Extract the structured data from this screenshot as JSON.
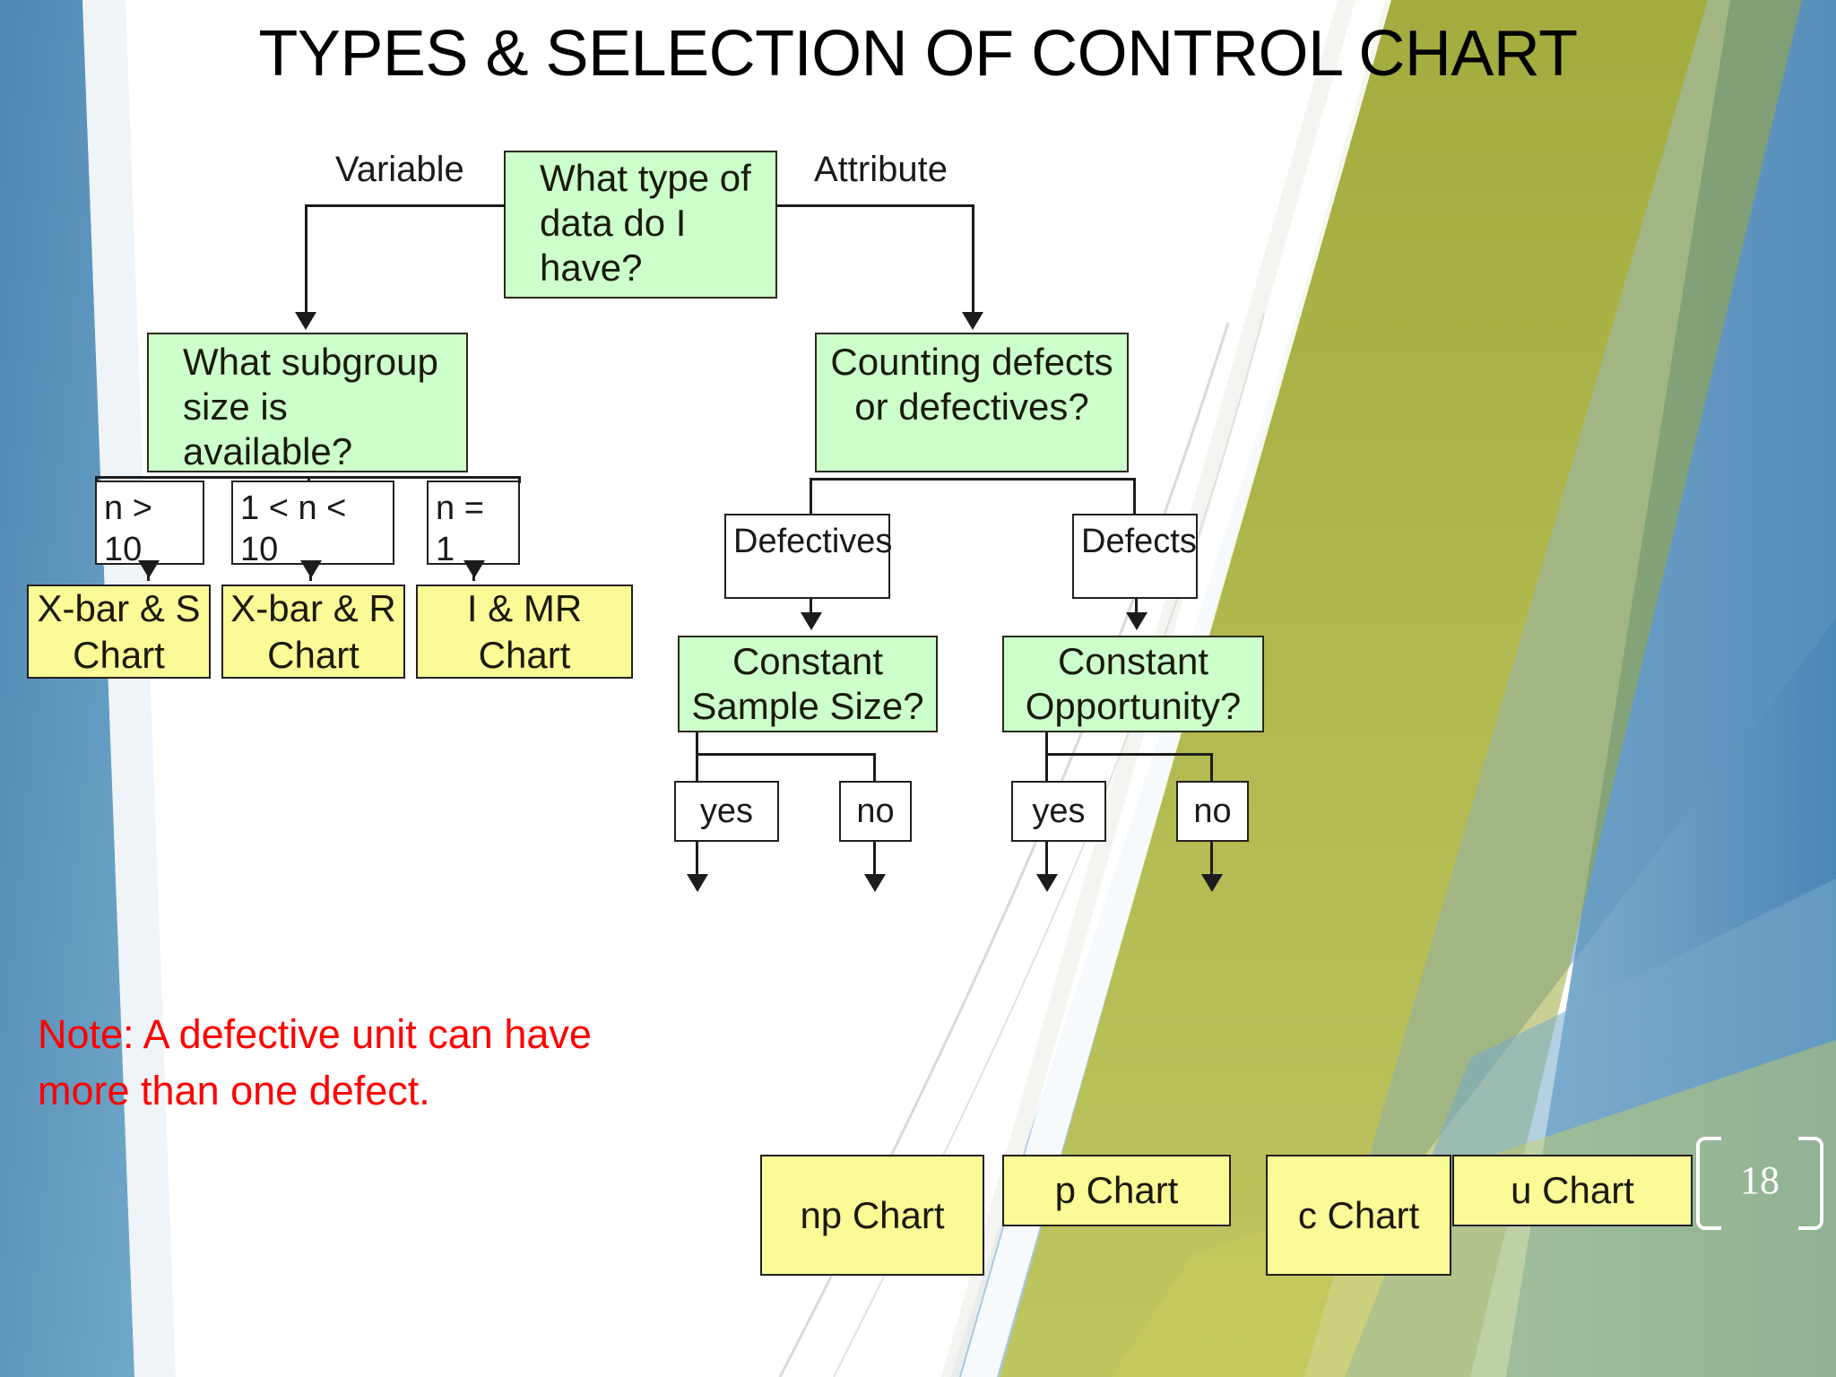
{
  "slide": {
    "title": "TYPES & SELECTION OF CONTROL CHART",
    "page_number": "18",
    "note": "Note:   A defective unit can have  more than one defect.",
    "colors": {
      "decision_fill": "#CCFFCC",
      "result_fill": "#FAFA96",
      "condition_fill": "#FFFFFF",
      "note_text": "#FF0000",
      "line": "#1C1C1C",
      "bg_blue": "#5B93BE",
      "bg_olive": "#A8B04A"
    }
  },
  "flowchart": {
    "root": {
      "label": "What type of data do I have?"
    },
    "branch_labels": {
      "left": "Variable",
      "right": "Attribute"
    },
    "variable": {
      "question": {
        "label": "What subgroup  size is available?"
      },
      "conditions": [
        {
          "label": "n > 10"
        },
        {
          "label": "1 < n < 10"
        },
        {
          "label": "n = 1"
        }
      ],
      "results": [
        {
          "label": "X-bar & S Chart"
        },
        {
          "label": "X-bar & R Chart"
        },
        {
          "label": "I & MR Chart"
        }
      ]
    },
    "attribute": {
      "question": {
        "label": "Counting defects  or defectives?"
      },
      "categories": [
        {
          "label": "Defectives"
        },
        {
          "label": "Defects"
        }
      ],
      "sub_questions": [
        {
          "label": "Constant Sample Size?"
        },
        {
          "label": "Constant Opportunity?"
        }
      ],
      "answers": [
        {
          "label": "yes"
        },
        {
          "label": "no"
        },
        {
          "label": "yes"
        },
        {
          "label": "no"
        }
      ],
      "results": [
        {
          "label": "np Chart"
        },
        {
          "label": "p Chart"
        },
        {
          "label": "c Chart"
        },
        {
          "label": "u Chart"
        }
      ]
    }
  }
}
